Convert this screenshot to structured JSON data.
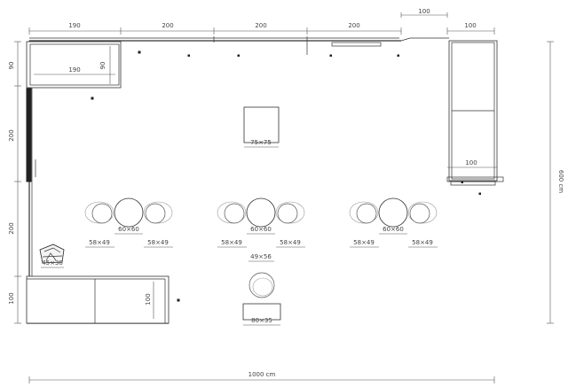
{
  "dimensions": {
    "top_segments": [
      "190",
      "200",
      "200",
      "200"
    ],
    "top_right_upper": "100",
    "top_right_lower": "100",
    "left_segments": [
      "90",
      "200",
      "200",
      "100"
    ],
    "right_total": "600 cm",
    "bottom_total": "1000 cm"
  },
  "furniture": {
    "top_counter_width": "190",
    "top_counter_depth": "90",
    "square_table": "75×75",
    "right_counter_width": "100",
    "round_table": "60×60",
    "chair_left": "58×49",
    "chair_right": "58×49",
    "armchair": "45×38",
    "bottom_counter_depth": "100",
    "round_stool": "49×56",
    "bench": "80×35"
  }
}
